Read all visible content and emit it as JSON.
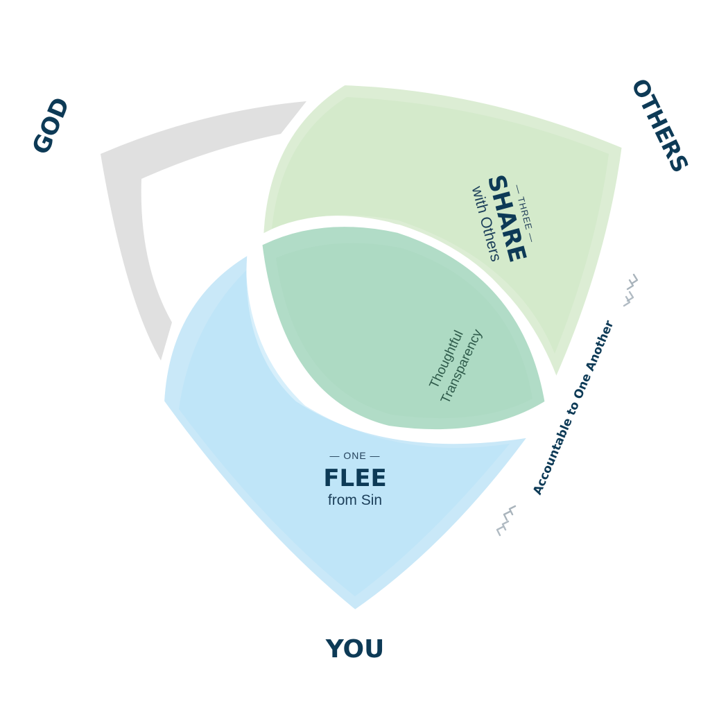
{
  "corners": {
    "god": "GOD",
    "others": "OTHERS",
    "you": "YOU"
  },
  "steps": {
    "one": {
      "number": "— ONE —",
      "title": "FLEE",
      "subtitle": "from Sin"
    },
    "three": {
      "number": "— THREE —",
      "title": "SHARE",
      "subtitle": "with Others"
    }
  },
  "center": {
    "line1": "Thoughtful",
    "line2": "Transparency"
  },
  "arrow_label": "Accountable to One Another",
  "colors": {
    "god_gray": "#e0e0e0",
    "share_green": "#dcedd4",
    "share_green_inner": "#d0e8c8",
    "flee_blue": "#c9e8f8",
    "flee_blue_inner": "#b6e2f8",
    "overlap_green": "#b1dcc7",
    "text_navy": "#0d3a56"
  }
}
